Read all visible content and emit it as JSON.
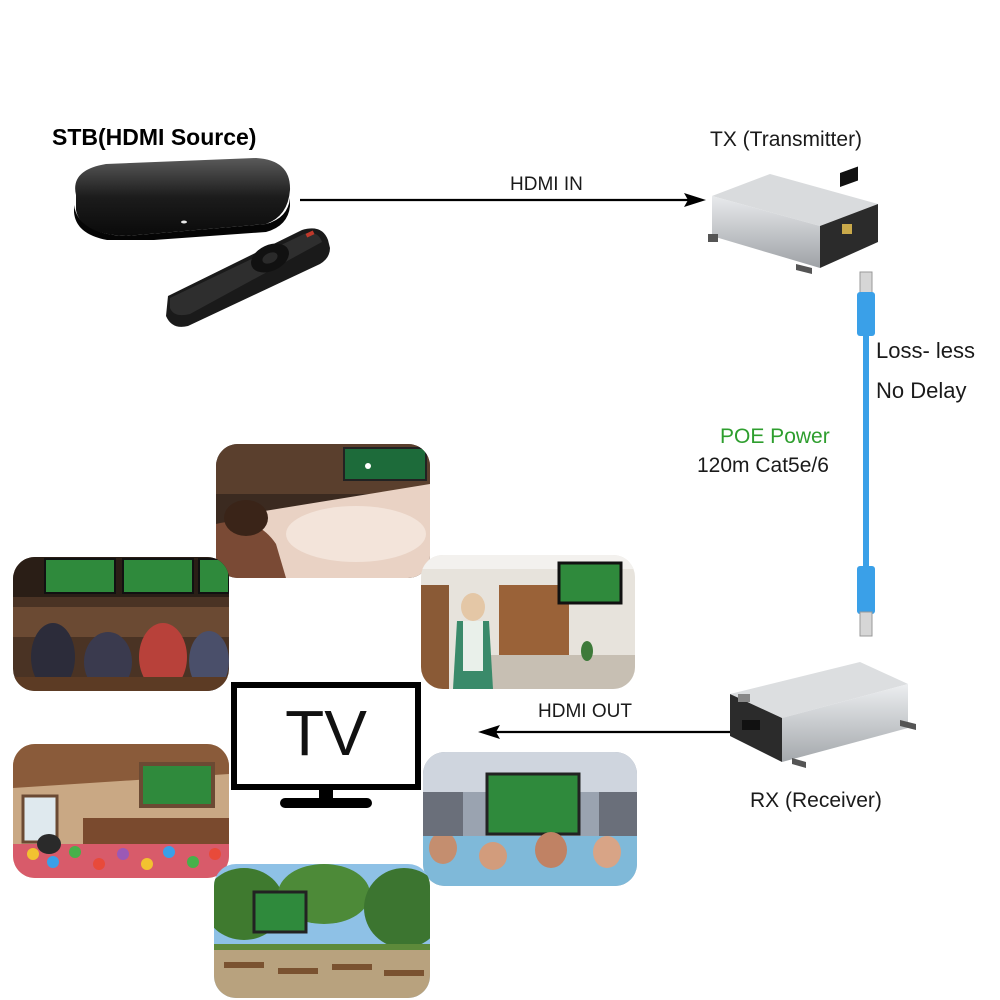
{
  "source": {
    "title": "STB(HDMI Source)"
  },
  "transmitter": {
    "label": "TX (Transmitter)"
  },
  "receiver": {
    "label": "RX (Receiver)"
  },
  "links": {
    "hdmi_in": "HDMI IN",
    "hdmi_out": "HDMI OUT"
  },
  "cable": {
    "feature_1": "Loss- less",
    "feature_2": "No Delay",
    "power": "POE Power",
    "spec": "120m Cat5e/6",
    "color": "#3aa0e8"
  },
  "display": {
    "tv_text": "TV"
  },
  "colors": {
    "power_text": "#2e9e2e",
    "arrow": "#000000",
    "device_body": "#b9bcbf"
  },
  "scenes": [
    "bathtub-tv-scene",
    "sports-bar-scene",
    "kitchen-tv-scene",
    "ball-pit-playroom-scene",
    "hot-tub-tv-scene",
    "outdoor-cafe-screen-scene"
  ]
}
